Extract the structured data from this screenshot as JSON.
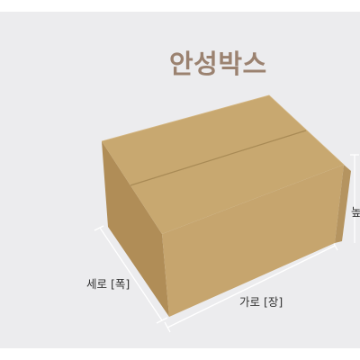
{
  "title": "안성박스",
  "dimensions": {
    "width_label": "세로 [폭]",
    "length_label": "가로 [장]",
    "height_label": "높"
  },
  "colors": {
    "background": "#ececee",
    "title": "#9b8270",
    "box_top": "#c8a870",
    "box_left": "#b18e58",
    "box_front": "#c6a56e",
    "box_right": "#b89760"
  }
}
